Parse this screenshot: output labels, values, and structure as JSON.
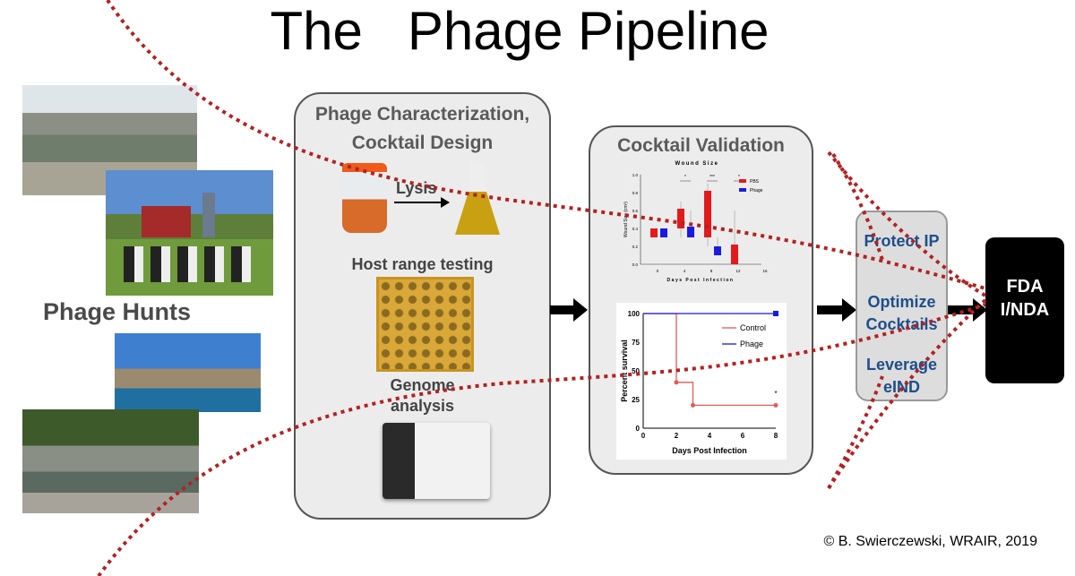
{
  "title": "The   Phage Pipeline",
  "phage_hunts": "Phage Hunts",
  "stage1": {
    "title_line1": "Phage Characterization,",
    "title_line2": "Cocktail Design",
    "lysis": "Lysis",
    "host_range": "Host range testing",
    "genome_line1": "Genome",
    "genome_line2": "analysis"
  },
  "stage2": {
    "title": "Cocktail Validation"
  },
  "stage3": {
    "protect": "Protect IP",
    "optimize_line1": "Optimize",
    "optimize_line2": "Cocktails",
    "leverage_line1": "Leverage",
    "leverage_line2": "eIND"
  },
  "fda": {
    "line1": "FDA",
    "line2": "I/NDA"
  },
  "copyright": "© B. Swierczewski, WRAIR, 2019",
  "colors": {
    "dotted": "#b22222",
    "blue_text": "#1f4e8a",
    "pbs": "#e31a1c",
    "phage": "#1a1ae3",
    "control": "#e05a5a"
  },
  "chart_data": [
    {
      "type": "box",
      "title": "Wound Size",
      "xlabel": "Days Post Infection",
      "ylabel": "Wound Size (cm²)",
      "categories": [
        "0",
        "4",
        "8",
        "12",
        "16"
      ],
      "ylim": [
        0,
        1.0
      ],
      "yticks": [
        "0.0",
        "0.2",
        "0.4",
        "0.6",
        "0.8",
        "1.0"
      ],
      "legend": [
        "PBS",
        "Phage"
      ],
      "series": [
        {
          "name": "PBS",
          "boxes": [
            {
              "x": 0,
              "q1": 0.3,
              "q3": 0.4,
              "min": 0.3,
              "max": 0.4
            },
            {
              "x": 4,
              "q1": 0.4,
              "q3": 0.62,
              "min": 0.3,
              "max": 0.7
            },
            {
              "x": 8,
              "q1": 0.3,
              "q3": 0.82,
              "min": 0.2,
              "max": 0.9
            },
            {
              "x": 12,
              "q1": 0.0,
              "q3": 0.22,
              "min": 0.0,
              "max": 0.6
            }
          ]
        },
        {
          "name": "Phage",
          "boxes": [
            {
              "x": 0,
              "q1": 0.3,
              "q3": 0.4,
              "min": 0.3,
              "max": 0.4
            },
            {
              "x": 4,
              "q1": 0.3,
              "q3": 0.42,
              "min": 0.3,
              "max": 0.6
            },
            {
              "x": 8,
              "q1": 0.1,
              "q3": 0.2,
              "min": 0.1,
              "max": 0.3
            }
          ]
        }
      ],
      "significance": [
        {
          "x": 4,
          "label": "*"
        },
        {
          "x": 8,
          "label": "***"
        },
        {
          "x": 12,
          "label": "*"
        }
      ]
    },
    {
      "type": "line",
      "xlabel": "Days Post Infection",
      "ylabel": "Percent survival",
      "xlim": [
        0,
        8
      ],
      "ylim": [
        0,
        100
      ],
      "xticks": [
        "0",
        "2",
        "4",
        "6",
        "8"
      ],
      "yticks": [
        "0",
        "25",
        "50",
        "75",
        "100"
      ],
      "series": [
        {
          "name": "Control",
          "x": [
            0,
            2,
            2,
            3,
            3,
            8
          ],
          "y": [
            100,
            100,
            40,
            40,
            20,
            20
          ]
        },
        {
          "name": "Phage",
          "x": [
            0,
            8
          ],
          "y": [
            100,
            100
          ]
        }
      ],
      "annotation": "*"
    }
  ]
}
